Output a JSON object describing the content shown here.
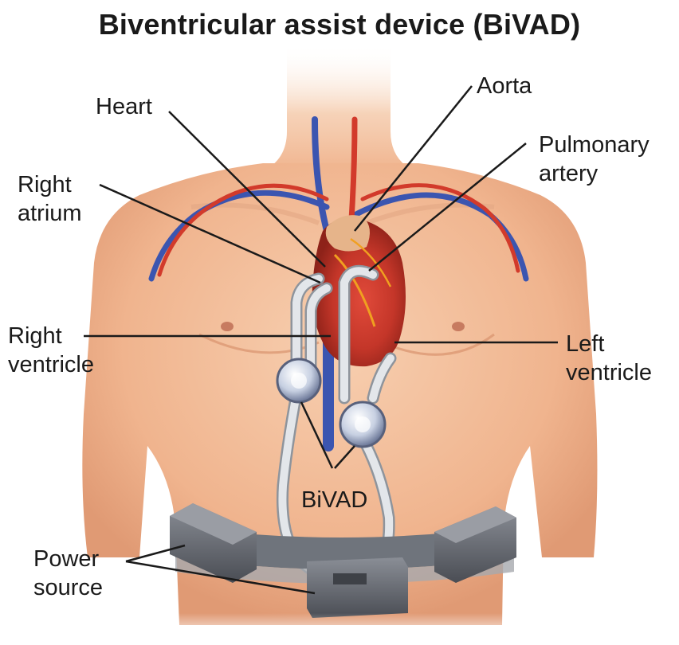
{
  "title": "Biventricular assist device (BiVAD)",
  "labels": {
    "heart": "Heart",
    "aorta": "Aorta",
    "pulmonary_artery": [
      "Pulmonary",
      "artery"
    ],
    "right_atrium": [
      "Right",
      "atrium"
    ],
    "right_ventricle": [
      "Right",
      "ventricle"
    ],
    "left_ventricle": [
      "Left",
      "ventricle"
    ],
    "bivad": "BiVAD",
    "power_source": [
      "Power",
      "source"
    ]
  },
  "colors": {
    "skin": "#f4c3a0",
    "skin_shadow": "#e6a27e",
    "vein": "#3b55b0",
    "artery": "#d23a2b",
    "tube": "#d7dbe0",
    "pump": "#c9d2e4",
    "battery": "#5c5f66",
    "belt": "#6f747c",
    "leader_line": "#1a1a1a"
  }
}
